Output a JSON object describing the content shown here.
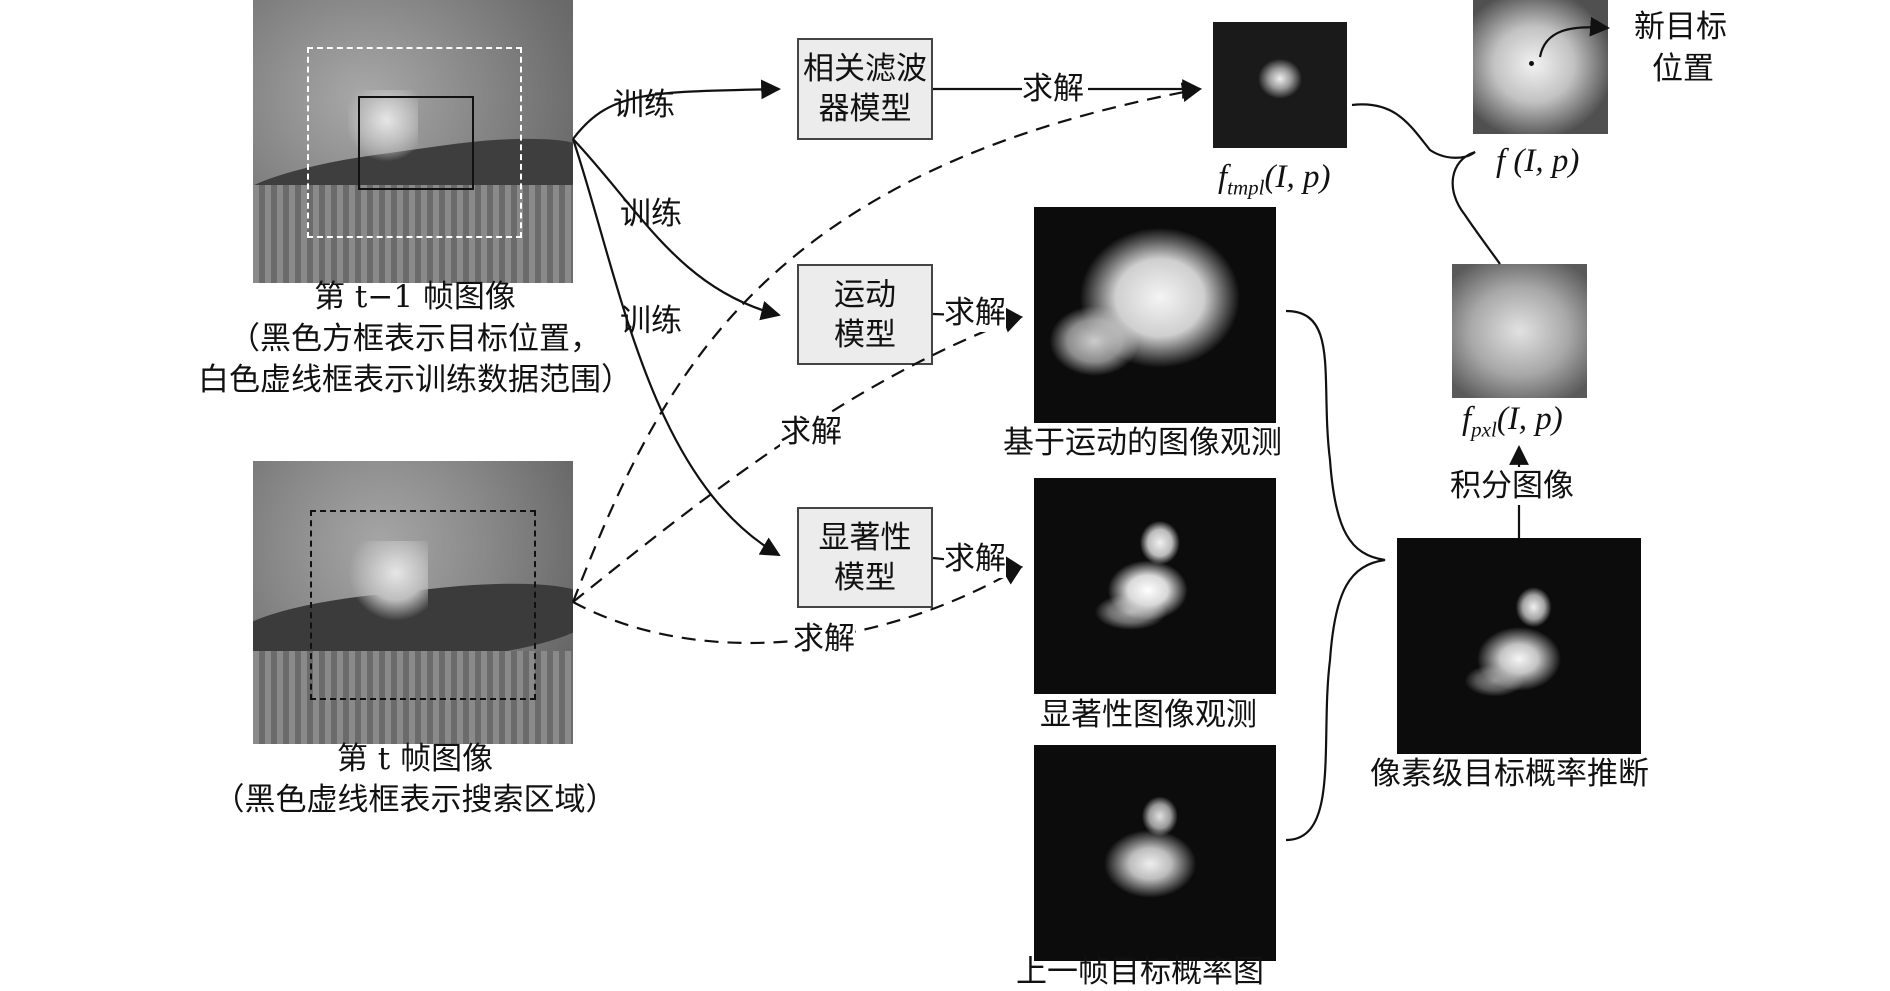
{
  "frames": {
    "prev_caption": "第 t−1 帧图像",
    "prev_note_1": "（黑色方框表示目标位置，",
    "prev_note_2": "白色虚线框表示训练数据范围）",
    "curr_caption": "第 t 帧图像",
    "curr_note": "（黑色虚线框表示搜索区域）"
  },
  "models": {
    "corr_filter": [
      "相关滤波",
      "器模型"
    ],
    "motion": [
      "运动",
      "模型"
    ],
    "saliency": [
      "显著性",
      "模型"
    ]
  },
  "edges": {
    "train_1": "训练",
    "train_2": "训练",
    "train_3": "训练",
    "solve_1": "求解",
    "solve_2": "求解",
    "solve_3": "求解",
    "solve_4": "求解",
    "solve_5": "求解"
  },
  "outputs": {
    "ftmpl": "f",
    "ftmpl_sub": "tmpl",
    "args": "(I, p)",
    "fpxl": "f",
    "fpxl_sub": "pxl",
    "fxy": "f (I, p)",
    "new_target_1": "新目标",
    "new_target_2": "位置",
    "motion_obs": "基于运动的图像观测",
    "saliency_obs": "显著性图像观测",
    "prev_prob": "上一帧目标概率图",
    "pixel_inference": "像素级目标概率推断",
    "integral": "积分图像"
  }
}
